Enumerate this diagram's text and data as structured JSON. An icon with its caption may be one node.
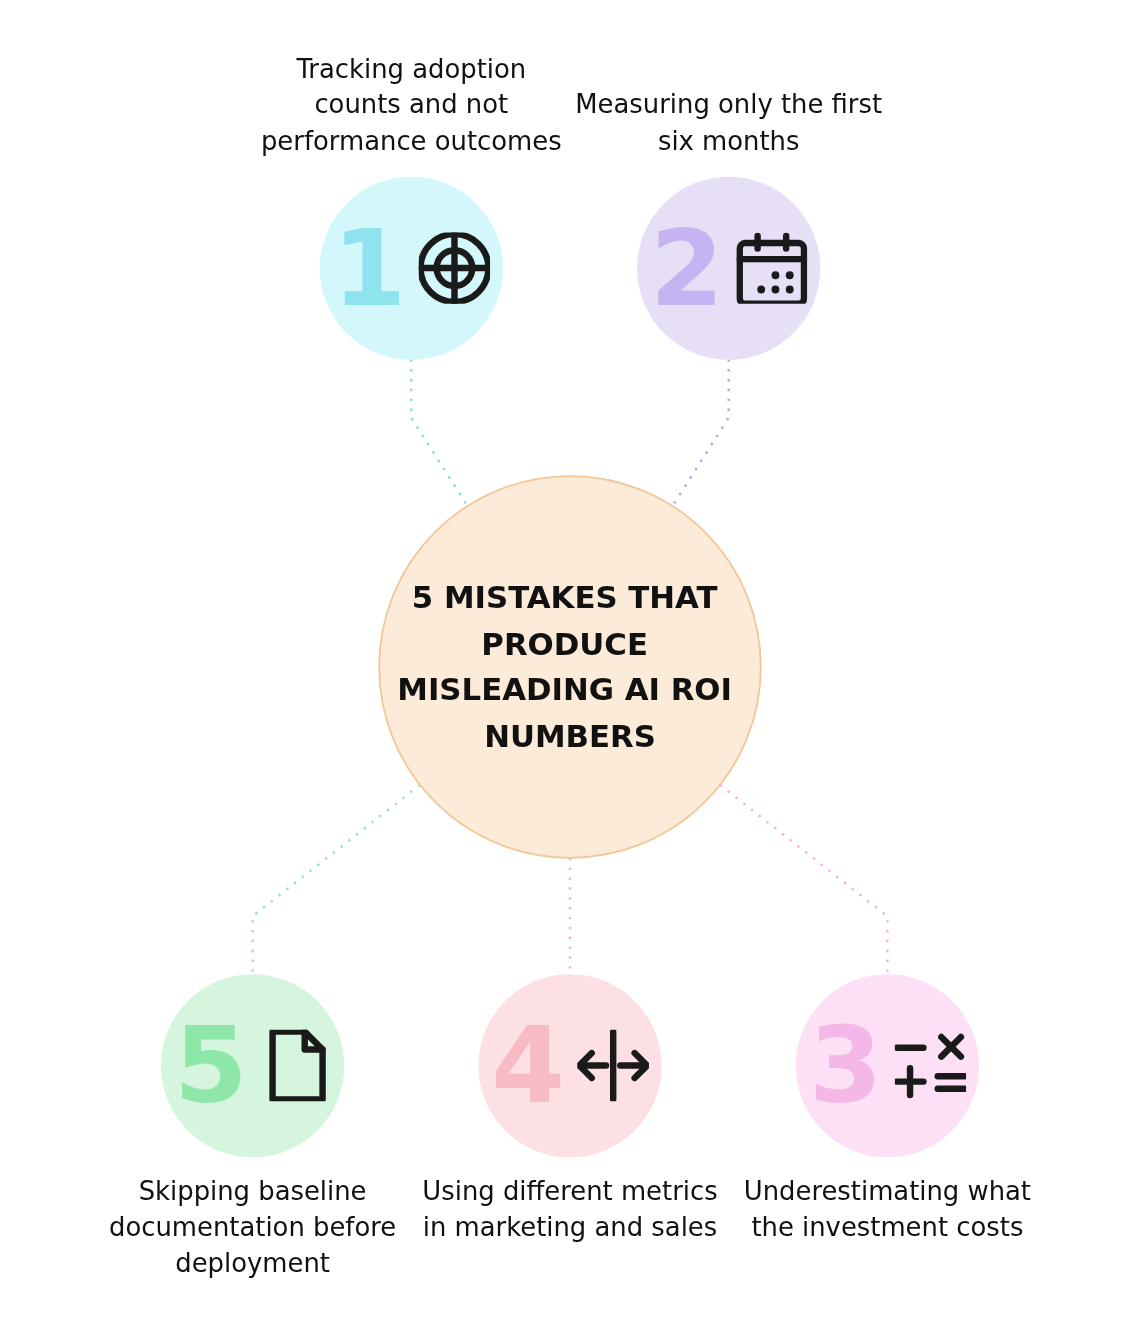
{
  "diagram": {
    "nodes": [
      {
        "text": [
          "1"
        ],
        "beside": [
          "Tracking adoption counts and not performance outcomes"
        ]
      },
      {
        "text": [
          "2"
        ],
        "beside": [
          "Measuring only the first six months"
        ]
      },
      {
        "text": [
          "5 MISTAKES THAT PRODUCE MISLEADING AI ROI NUMBERS"
        ]
      },
      {
        "text": [
          "5"
        ],
        "beside": [
          "Skipping baseline documentation before deployment"
        ]
      },
      {
        "text": [
          "3"
        ],
        "beside": [
          "Underestimating what the investment costs"
        ]
      },
      {
        "text": [
          "4"
        ],
        "beside": [
          "Using different metrics in marketing and sales"
        ]
      }
    ],
    "edges": [
      {
        "from": 0,
        "to": 2,
        "arrow": "none",
        "style": "dashed",
        "color": "#8fd8e3"
      },
      {
        "from": 1,
        "to": 2,
        "arrow": "none",
        "style": "dashed",
        "color": "#b9a6ea"
      },
      {
        "from": 2,
        "to": 3,
        "arrow": "none",
        "style": "dashed",
        "color": "#9fe3b5"
      },
      {
        "from": 2,
        "to": 5,
        "arrow": "none",
        "style": "dashed",
        "color": "#f2b8c0"
      },
      {
        "from": 2,
        "to": 4,
        "arrow": "none",
        "style": "dashed",
        "color": "#f2b3e3"
      }
    ]
  }
}
